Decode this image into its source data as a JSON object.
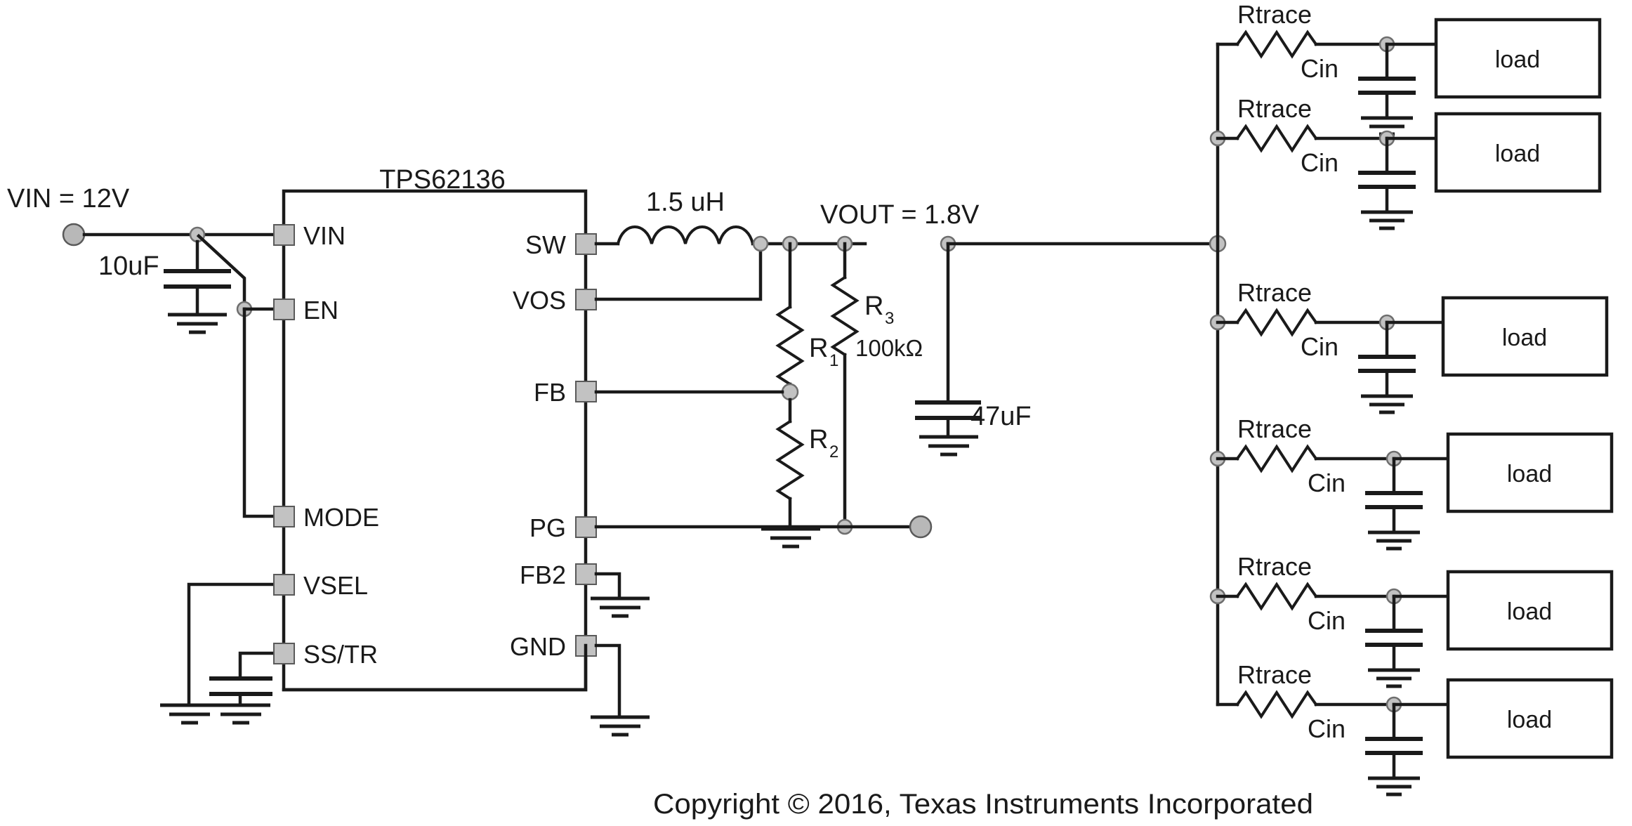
{
  "diagram": {
    "title": "TPS62136 application schematic with distributed loads",
    "ic": {
      "part_number": "TPS62136",
      "pins_left": [
        {
          "name": "VIN"
        },
        {
          "name": "EN"
        },
        {
          "name": "MODE"
        },
        {
          "name": "VSEL"
        },
        {
          "name": "SS/TR"
        }
      ],
      "pins_right": [
        {
          "name": "SW"
        },
        {
          "name": "VOS"
        },
        {
          "name": "FB"
        },
        {
          "name": "PG"
        },
        {
          "name": "FB2"
        },
        {
          "name": "GND"
        }
      ]
    },
    "input": {
      "source_label": "VIN = 12V",
      "input_cap": "10uF"
    },
    "output": {
      "inductor": "1.5 uH",
      "rail_label": "VOUT = 1.8V",
      "output_cap": "47uF"
    },
    "feedback": {
      "r1": "R",
      "r1_sub": "1",
      "r2": "R",
      "r2_sub": "2",
      "r3": "R",
      "r3_sub": "3",
      "r3_value": "100kΩ"
    },
    "load_branches": [
      {
        "rtrace": "Rtrace",
        "cin": "Cin",
        "load": "load"
      },
      {
        "rtrace": "Rtrace",
        "cin": "Cin",
        "load": "load"
      },
      {
        "rtrace": "Rtrace",
        "cin": "Cin",
        "load": "load"
      },
      {
        "rtrace": "Rtrace",
        "cin": "Cin",
        "load": "load"
      },
      {
        "rtrace": "Rtrace",
        "cin": "Cin",
        "load": "load"
      },
      {
        "rtrace": "Rtrace",
        "cin": "Cin",
        "load": "load"
      }
    ],
    "footer": {
      "copyright": "Copyright © 2016, Texas Instruments Incorporated"
    },
    "colors": {
      "line": "#1a1a1a",
      "pad": "#c2c2c2",
      "background": "#ffffff"
    }
  }
}
